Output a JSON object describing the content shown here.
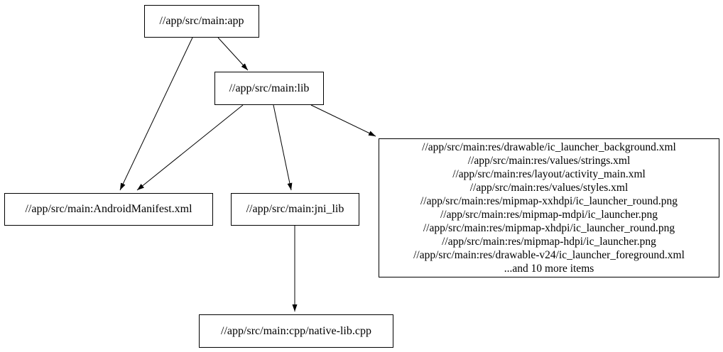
{
  "diagram": {
    "type": "dependency-graph",
    "background_color": "#ffffff",
    "stroke_color": "#000000",
    "nodes": {
      "app": {
        "label": "//app/src/main:app"
      },
      "lib": {
        "label": "//app/src/main:lib"
      },
      "manifest": {
        "label": "//app/src/main:AndroidManifest.xml"
      },
      "jni_lib": {
        "label": "//app/src/main:jni_lib"
      },
      "native_lib": {
        "label": "//app/src/main:cpp/native-lib.cpp"
      },
      "resources": {
        "lines": [
          "//app/src/main:res/drawable/ic_launcher_background.xml",
          "//app/src/main:res/values/strings.xml",
          "//app/src/main:res/layout/activity_main.xml",
          "//app/src/main:res/values/styles.xml",
          "//app/src/main:res/mipmap-xxhdpi/ic_launcher_round.png",
          "//app/src/main:res/mipmap-mdpi/ic_launcher.png",
          "//app/src/main:res/mipmap-xhdpi/ic_launcher_round.png",
          "//app/src/main:res/mipmap-hdpi/ic_launcher.png",
          "//app/src/main:res/drawable-v24/ic_launcher_foreground.xml",
          "...and 10 more items"
        ]
      }
    },
    "edges": [
      {
        "from": "//app/src/main:app",
        "to": "//app/src/main:lib"
      },
      {
        "from": "//app/src/main:app",
        "to": "//app/src/main:AndroidManifest.xml"
      },
      {
        "from": "//app/src/main:lib",
        "to": "//app/src/main:AndroidManifest.xml"
      },
      {
        "from": "//app/src/main:lib",
        "to": "//app/src/main:jni_lib"
      },
      {
        "from": "//app/src/main:lib",
        "to": "resources-file-group"
      },
      {
        "from": "//app/src/main:jni_lib",
        "to": "//app/src/main:cpp/native-lib.cpp"
      }
    ]
  }
}
